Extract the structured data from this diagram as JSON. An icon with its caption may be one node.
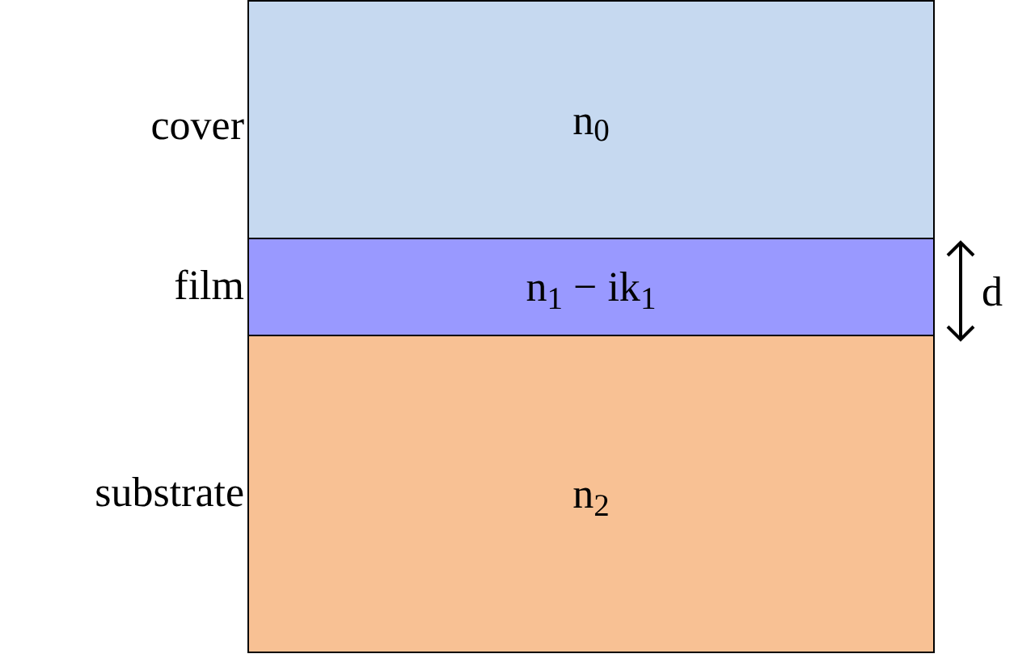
{
  "diagram": {
    "nodes": [
      {
        "text": [
          "n$_{0}$"
        ],
        "beside": [
          "cover"
        ]
      },
      {
        "text": [
          "n$_{1}$ − ik$_{1}$"
        ],
        "beside": [
          "film"
        ]
      },
      {
        "text": [
          "n$_{2}$"
        ],
        "beside": [
          "substrate"
        ]
      }
    ],
    "labels": [
      "d"
    ]
  }
}
